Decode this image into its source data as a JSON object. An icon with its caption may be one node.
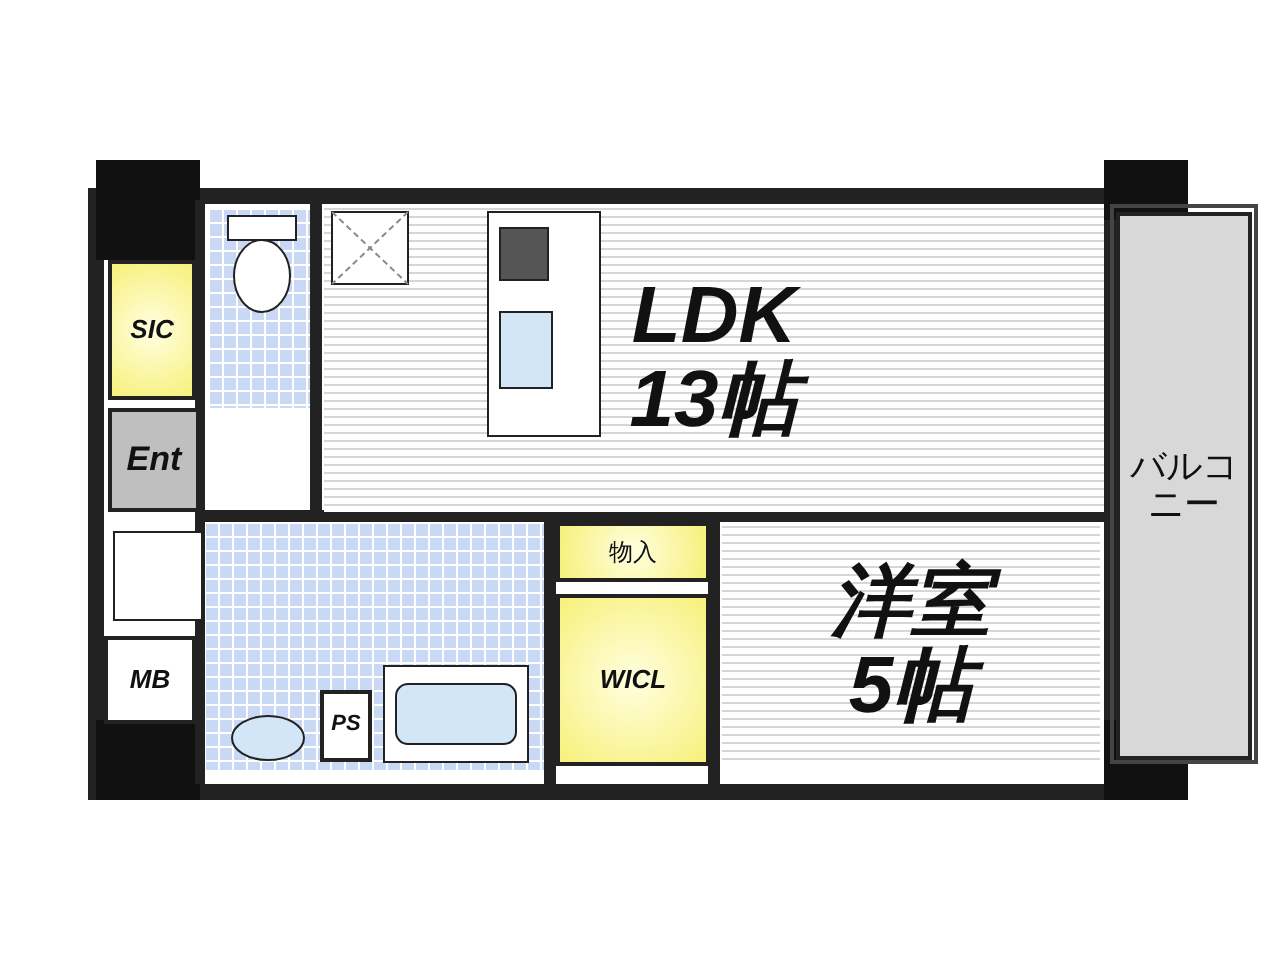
{
  "diagram": {
    "nodes": [
      {
        "text": [
          "SIC"
        ]
      },
      {
        "text": [
          "Ent"
        ]
      },
      {
        "text": [
          "LDK",
          "13帖"
        ]
      },
      {
        "text": [
          "物入"
        ]
      },
      {
        "text": [
          "MB"
        ]
      },
      {
        "text": [
          "WICL"
        ]
      },
      {
        "text": [
          "洋室",
          "5帖"
        ]
      },
      {
        "text": [
          "PS"
        ]
      },
      {
        "text": [
          "バルコニー"
        ]
      }
    ]
  }
}
